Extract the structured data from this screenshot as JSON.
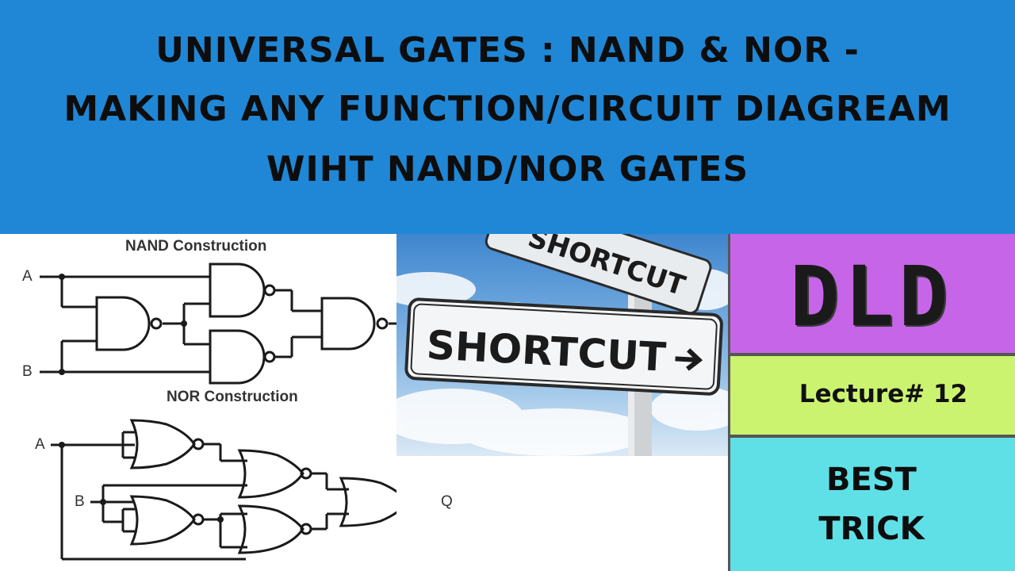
{
  "banner": {
    "line1": "UNIVERSAL GATES : NAND & NOR -",
    "line2": "MAKING ANY FUNCTION/CIRCUIT DIAGREAM",
    "line3": "WIHT NAND/NOR GATES",
    "bg_color": "#1f87d6"
  },
  "nand_diagram": {
    "title": "NAND Construction",
    "input_a": "A",
    "input_b": "B"
  },
  "nor_diagram": {
    "title": "NOR Construction",
    "input_a": "A",
    "input_b": "B",
    "output": "Q"
  },
  "photo": {
    "sign_top": "SHORTCUT",
    "sign_main": "SHORTCUT"
  },
  "panels": {
    "subject": "DLD",
    "lecture": "Lecture# 12",
    "best_line1": "BEST",
    "best_line2": "TRICK",
    "colors": {
      "subject": "#c765e8",
      "lecture": "#ccf36f",
      "best": "#5fe0e6"
    }
  }
}
